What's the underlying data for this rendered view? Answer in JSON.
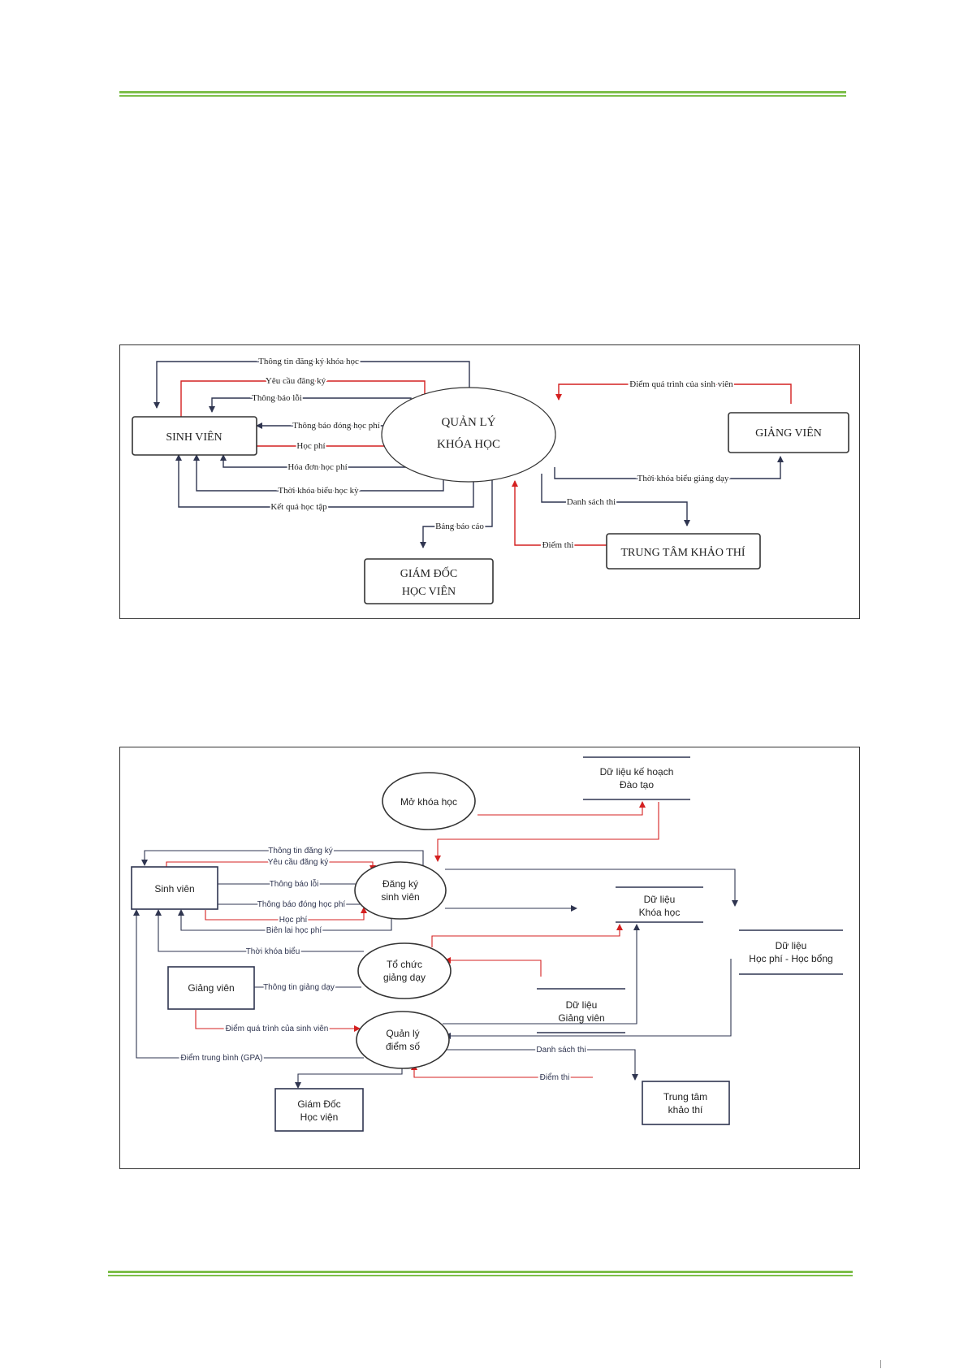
{
  "context": {
    "process": [
      "QUẢN LÝ",
      "KHÓA HỌC"
    ],
    "student": "SINH VIÊN",
    "lecturer": "GIẢNG VIÊN",
    "exam_center": "TRUNG TÂM KHẢO THÍ",
    "director": [
      "GIÁM ĐỐC",
      "HỌC VIÊN"
    ],
    "flows": {
      "reg_info": "Thông tin đăng ký khóa học",
      "reg_request": "Yêu cầu đăng ký",
      "error": "Thông báo lỗi",
      "fee_notice": "Thông báo đóng học phí",
      "fee": "Học phí",
      "invoice": "Hóa đơn học phí",
      "semester_tt": "Thời khóa biểu học kỳ",
      "results": "Kết quả  học tập",
      "report": "Bảng báo cáo",
      "process_score": "Điểm quá trình của sinh viên",
      "teaching_tt": "Thời khóa biểu giảng dạy",
      "exam_list": "Danh sách thi",
      "exam_score": "Điểm thi"
    }
  },
  "level1": {
    "p_open": "Mở khóa học",
    "p_register": [
      "Đăng ký",
      "sinh viên"
    ],
    "p_organize": [
      "Tổ chức",
      "giảng dạy"
    ],
    "p_grades": [
      "Quản lý",
      "điểm số"
    ],
    "student": "Sinh viên",
    "lecturer": "Giảng viên",
    "director": [
      "Giám Đốc",
      "Học viện"
    ],
    "exam_center": [
      "Trung tâm",
      "khảo thí"
    ],
    "ds_plan": [
      "Dữ liệu kế hoạch",
      "Đào tạo"
    ],
    "ds_course": [
      "Dữ liệu",
      "Khóa học"
    ],
    "ds_fee": [
      "Dữ liệu",
      "Học phí - Học bổng"
    ],
    "ds_lecturer": [
      "Dữ liệu",
      "Giảng viên"
    ],
    "flows": {
      "reg_info": "Thông tin đăng ký",
      "reg_request": "Yêu cầu đăng ký",
      "error": "Thông báo lỗi",
      "fee_notice": "Thông báo đóng học phí",
      "fee": "Học phí",
      "receipt": "Biên lai học phí",
      "timetable": "Thời khóa biểu",
      "teaching_info": "Thông tin giảng dạy",
      "process_score": "Điểm quá trình của sinh viên",
      "gpa": "Điểm trung bình (GPA)",
      "exam_list": "Danh sách thi",
      "exam_score": "Điểm thi"
    }
  },
  "colors": {
    "accent_red": "#d42020",
    "navy": "#2f3550",
    "rule_green": "#7dbf4a"
  }
}
